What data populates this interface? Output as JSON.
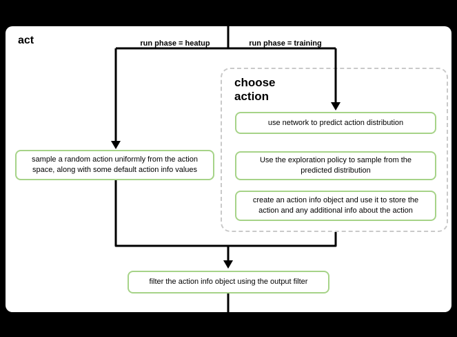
{
  "diagram": {
    "title": "act",
    "branches": {
      "heatup": "run phase = heatup",
      "training": "run phase = training"
    },
    "choose_action": {
      "title": "choose action",
      "steps": [
        "use network to predict action distribution",
        "Use the exploration policy to sample from the predicted distribution",
        "create an action info object and use it to store the action and any additional info about the action"
      ]
    },
    "heatup_node": "sample a random action uniformly from the action space, along with some default action info values",
    "filter_node": "filter the action info object using the output filter",
    "colors": {
      "background": "#000000",
      "card": "#ffffff",
      "node_border": "#a6d388",
      "group_border": "#c9c9c9",
      "connector": "#000000"
    }
  }
}
